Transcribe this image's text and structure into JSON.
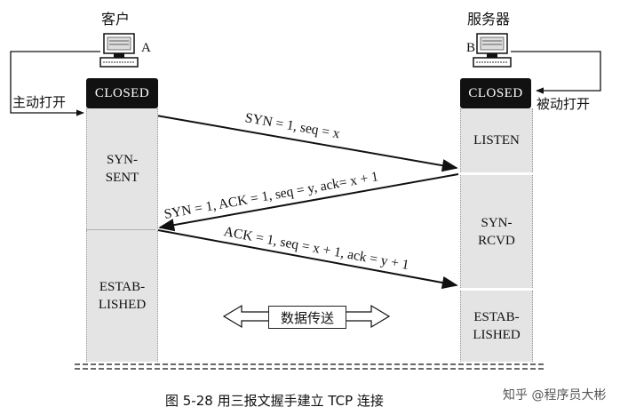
{
  "client": {
    "label": "客户",
    "letter": "A",
    "state_closed": "CLOSED",
    "action": "主动打开",
    "states": [
      "SYN-\nSENT",
      "ESTAB-\nLISHED"
    ]
  },
  "server": {
    "label": "服务器",
    "letter": "B",
    "state_closed": "CLOSED",
    "action": "被动打开",
    "states": [
      "LISTEN",
      "SYN-\nRCVD",
      "ESTAB-\nLISHED"
    ]
  },
  "messages": [
    {
      "text": "SYN = 1, seq = x",
      "direction": "A→B"
    },
    {
      "text": "SYN = 1, ACK = 1, seq = y, ack= x + 1",
      "direction": "B→A"
    },
    {
      "text": "ACK = 1, seq = x + 1, ack = y + 1",
      "direction": "A→B"
    }
  ],
  "data_transfer": "数据传送",
  "caption": "图 5-28  用三报文握手建立 TCP 连接",
  "watermark": "知乎 @程序员大彬"
}
